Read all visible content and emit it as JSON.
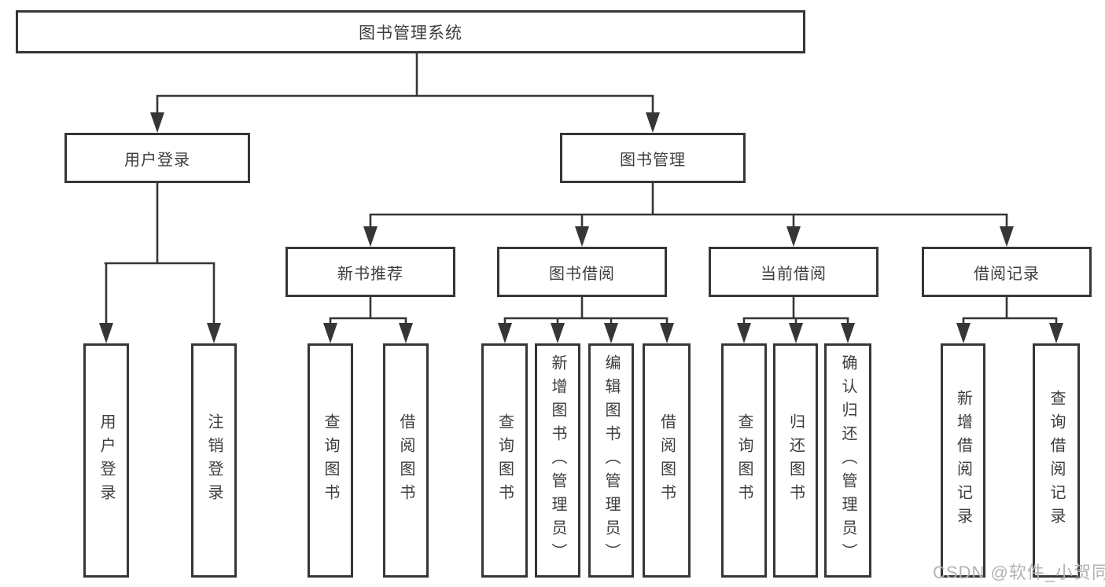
{
  "tree": {
    "label": "图书管理系统",
    "children": [
      {
        "label": "用户登录",
        "children": [
          {
            "label": "用户登录"
          },
          {
            "label": "注销登录"
          }
        ]
      },
      {
        "label": "图书管理",
        "children": [
          {
            "label": "新书推荐",
            "children": [
              {
                "label": "查询图书"
              },
              {
                "label": "借阅图书"
              }
            ]
          },
          {
            "label": "图书借阅",
            "children": [
              {
                "label": "查询图书"
              },
              {
                "label": "新增图书（管理员）"
              },
              {
                "label": "编辑图书（管理员）"
              },
              {
                "label": "借阅图书"
              }
            ]
          },
          {
            "label": "当前借阅",
            "children": [
              {
                "label": "查询图书"
              },
              {
                "label": "归还图书"
              },
              {
                "label": "确认归还（管理员）"
              }
            ]
          },
          {
            "label": "借阅记录",
            "children": [
              {
                "label": "新增借阅记录"
              },
              {
                "label": "查询借阅记录"
              }
            ]
          }
        ]
      }
    ]
  },
  "watermark": "CSDN @软件_小贺同学",
  "colors": {
    "line": "#363636",
    "box_border": "#363636",
    "text": "#3d3d3d",
    "watermark": "#b3b3b3",
    "background": "#ffffff"
  }
}
